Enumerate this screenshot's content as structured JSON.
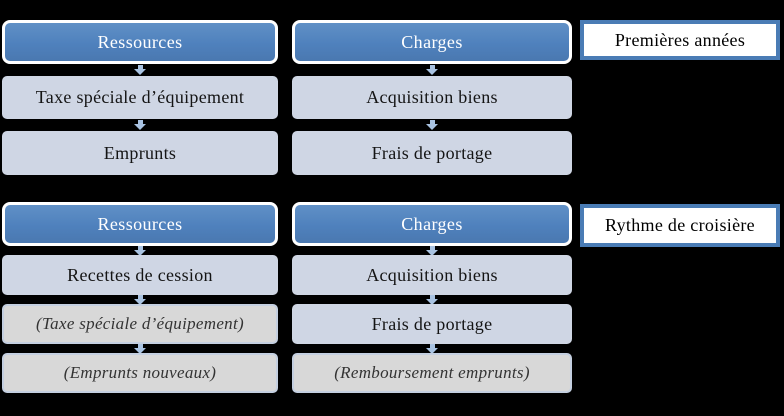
{
  "colors": {
    "background": "#000000",
    "header_blue": "#4f81bd",
    "header_blue_light": "#6090c6",
    "header_blue_dark": "#4a78b0",
    "header_border": "#ffffff",
    "light_box": "#cfd6e4",
    "muted_box": "#d8d8d8",
    "muted_border": "#c4cfe0",
    "arrow_blue": "#a9c3e2",
    "label_border": "#4a7cb5",
    "label_bg": "#ffffff"
  },
  "sections": [
    {
      "period_label": "Premières années",
      "columns": [
        {
          "header": "Ressources",
          "items": [
            "Taxe spéciale d’équipement",
            "Emprunts"
          ]
        },
        {
          "header": "Charges",
          "items": [
            "Acquisition biens",
            "Frais de portage"
          ]
        }
      ]
    },
    {
      "period_label": "Rythme de croisière",
      "columns": [
        {
          "header": "Ressources",
          "items": [
            "Recettes de cession",
            "(Taxe spéciale d’équipement)",
            "(Emprunts nouveaux)"
          ]
        },
        {
          "header": "Charges",
          "items": [
            "Acquisition biens",
            "Frais de portage",
            "(Remboursement emprunts)"
          ]
        }
      ]
    }
  ]
}
